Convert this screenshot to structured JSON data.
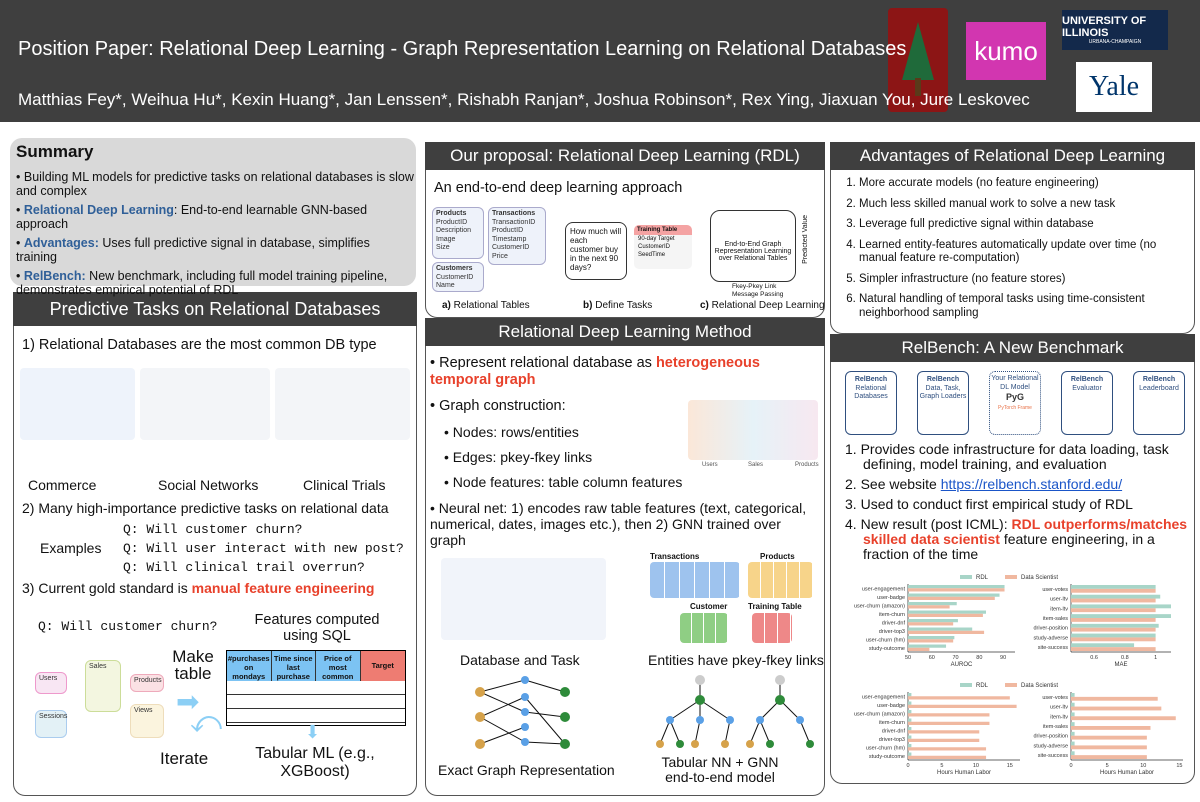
{
  "header": {
    "title": "Position Paper: Relational Deep Learning - Graph Representation Learning on Relational Databases",
    "authors": "Matthias Fey*, Weihua Hu*, Kexin Huang*, Jan Lenssen*, Rishabh Ranjan*, Joshua Robinson*, Rex Ying, Jiaxuan You, Jure Leskovec",
    "logos": {
      "kumo": "kumo",
      "illinois": "UNIVERSITY OF ILLINOIS",
      "illinois_sub": "URBANA-CHAMPAIGN",
      "yale": "Yale"
    }
  },
  "summary": {
    "title": "Summary",
    "items": [
      {
        "lead": "",
        "text": "Building ML models for predictive tasks on relational databases is slow and complex"
      },
      {
        "lead": "Relational Deep Learning",
        "text": ": End-to-end learnable GNN-based approach"
      },
      {
        "lead": "Advantages:",
        "text": " Uses full predictive signal in database, simplifies training"
      },
      {
        "lead": "RelBench:",
        "text": " New benchmark, including full model training pipeline, demonstrates empirical potential of RDL"
      }
    ]
  },
  "predictive": {
    "title": "Predictive Tasks on Relational Databases",
    "p1": "1) Relational Databases are the most common DB type",
    "db_labels": [
      "Commerce",
      "Social Networks",
      "Clinical Trials"
    ],
    "p2": "2) Many high-importance predictive tasks on relational data",
    "examples_label": "Examples",
    "examples": [
      "Q: Will customer churn?",
      "Q: Will user interact with new post?",
      "Q: Will clinical trail overrun?"
    ],
    "p3_prefix": "3) Current gold standard is ",
    "p3_highlight": "manual feature engineering",
    "question": "Q: Will customer churn?",
    "features_title": "Features computed using SQL",
    "columns": [
      "#purchases on mondays",
      "Time since last purchase",
      "Price of most common purchase",
      "Target"
    ],
    "make_table": "Make table",
    "iterate": "Iterate",
    "tabular_ml": "Tabular ML (e.g., XGBoost)",
    "schema_tables": [
      "Users",
      "Sales",
      "Products",
      "Sessions",
      "Views"
    ]
  },
  "proposal": {
    "title": "Our proposal: Relational Deep Learning (RDL)",
    "subtitle": "An end-to-end deep learning approach",
    "tables": {
      "products": "Products",
      "transactions": "Transactions",
      "customers": "Customers",
      "products_fields": [
        "ProductID",
        "Description",
        "Image",
        "Size"
      ],
      "transactions_fields": [
        "TransactionID",
        "ProductID",
        "Timestamp",
        "CustomerID",
        "Price"
      ],
      "customers_fields": [
        "CustomerID",
        "Name"
      ]
    },
    "question": "How much will each customer buy in the next 90 days?",
    "training_table": "Training Table",
    "training_fields": [
      "90-day Target",
      "CustomerID",
      "SeedTime"
    ],
    "e2e": "End-to-End Graph Representation Learning over Relational Tables",
    "legend": [
      "Fkey-Pkey Link",
      "Message Passing"
    ],
    "predicted": "Predicted Value",
    "captions": [
      {
        "b": "a)",
        "t": " Relational Tables"
      },
      {
        "b": "b)",
        "t": " Define Tasks"
      },
      {
        "b": "c)",
        "t": " Relational Deep Learning"
      }
    ]
  },
  "method": {
    "title": "Relational Deep Learning Method",
    "b1_prefix": "Represent relational database as ",
    "b1_highlight": "heterogeneous temporal graph",
    "b2": "Graph construction:",
    "sub": [
      "Nodes: rows/entities",
      "Edges: pkey-fkey links",
      "Node features: table column features"
    ],
    "graph_labels": [
      "Users",
      "Sales",
      "Products"
    ],
    "b3": "Neural net: 1) encodes raw table features (text, categorical, numerical, dates, images etc.), then 2) GNN trained over graph",
    "fig_tables": [
      "Transactions",
      "Products",
      "Customer",
      "Training Table"
    ],
    "captions": [
      "Database and Task",
      "Entities have pkey-fkey links",
      "Exact Graph Representation",
      "Tabular NN + GNN end-to-end model"
    ]
  },
  "advantages": {
    "title": "Advantages of Relational Deep Learning",
    "items": [
      "More accurate models (no feature engineering)",
      "Much less skilled manual work to solve a new task",
      "Leverage full predictive signal within database",
      "Learned entity-features automatically update over time (no manual feature re-computation)",
      "Simpler infrastructure (no feature stores)",
      "Natural handling of temporal tasks using time-consistent neighborhood sampling"
    ]
  },
  "relbench": {
    "title": "RelBench: A New Benchmark",
    "pipeline": [
      {
        "b": "RelBench",
        "t": "Relational Databases"
      },
      {
        "b": "RelBench",
        "t": "Data, Task, Graph Loaders"
      },
      {
        "b": "",
        "t": "Your Relational DL Model"
      },
      {
        "b": "RelBench",
        "t": "Evaluator"
      },
      {
        "b": "RelBench",
        "t": "Leaderboard"
      }
    ],
    "pyg": "PyG",
    "frame": "PyTorch Frame",
    "items": [
      {
        "n": "1.",
        "t": "Provides code infrastructure for data loading, task defining, model training, and evaluation"
      },
      {
        "n": "2.",
        "t": "See website ",
        "link": "https://relbench.stanford.edu/"
      },
      {
        "n": "3.",
        "t": "Used to conduct first empirical study of RDL"
      },
      {
        "n": "4.",
        "t": "New result (post ICML): ",
        "h": "RDL outperforms/matches skilled data scientist",
        "t2": " feature engineering, in a fraction of the time"
      }
    ]
  },
  "colors": {
    "header": "#3f3f3f",
    "red": "#e8412b",
    "blue": "#2f5f98",
    "rdl": "#a8d5c8",
    "ds": "#f0b8a0",
    "arrow": "#8ccff5"
  },
  "chart_data": [
    {
      "type": "bar",
      "orientation": "horizontal",
      "legend": [
        "RDL",
        "Data Scientist"
      ],
      "legend_placement": "top",
      "xlabel": "AUROC",
      "xlim": [
        50,
        95
      ],
      "xticks": [
        50,
        60,
        70,
        80,
        90
      ],
      "categories": [
        "user-engagement",
        "user-badge",
        "user-churn (amazon)",
        "item-churn",
        "driver-dnf",
        "driver-top3",
        "user-churn (hm)",
        "study-outcome"
      ],
      "series": [
        {
          "name": "RDL",
          "values": [
            90.6,
            88.5,
            70.5,
            82.8,
            71,
            77,
            69.5,
            66
          ]
        },
        {
          "name": "Data Scientist",
          "values": [
            90.6,
            86.5,
            67.5,
            81.5,
            69,
            82,
            69,
            59
          ]
        }
      ]
    },
    {
      "type": "bar",
      "orientation": "horizontal",
      "xlabel": "MAE",
      "xlim": [
        0.45,
        1.1
      ],
      "xticks": [
        0.6,
        0.8,
        1.0
      ],
      "categories": [
        "user-votes",
        "user-ltv",
        "item-ltv",
        "item-sales",
        "driver-position",
        "study-adverse",
        "site-success"
      ],
      "series": [
        {
          "name": "RDL",
          "values": [
            1.0,
            1.03,
            1.1,
            1.1,
            1.02,
            1.0,
            0.86
          ]
        },
        {
          "name": "Data Scientist",
          "values": [
            1.0,
            1.0,
            1.0,
            1.0,
            1.0,
            1.0,
            1.0
          ]
        }
      ]
    },
    {
      "type": "bar",
      "orientation": "horizontal",
      "legend": [
        "RDL",
        "Data Scientist"
      ],
      "legend_placement": "top",
      "xlabel": "Hours Human Labor",
      "xlim": [
        0,
        16.5
      ],
      "xticks": [
        0,
        5,
        10,
        15
      ],
      "categories": [
        "user-engagement",
        "user-badge",
        "user-churn (amazon)",
        "item-churn",
        "driver-dnf",
        "driver-top3",
        "user-churn (hm)",
        "study-outcome"
      ],
      "series": [
        {
          "name": "RDL",
          "values": [
            0.5,
            0.5,
            0.5,
            0.5,
            0.5,
            0.5,
            0.5,
            0.5
          ]
        },
        {
          "name": "Data Scientist",
          "values": [
            15,
            16,
            12,
            12,
            10.5,
            10.5,
            11.5,
            11.5
          ]
        }
      ]
    },
    {
      "type": "bar",
      "orientation": "horizontal",
      "xlabel": "Hours Human Labor",
      "xlim": [
        0,
        15.5
      ],
      "xticks": [
        0,
        5,
        10,
        15
      ],
      "categories": [
        "user-votes",
        "user-ltv",
        "item-ltv",
        "item-sales",
        "driver-position",
        "study-adverse",
        "site-success"
      ],
      "series": [
        {
          "name": "RDL",
          "values": [
            0.5,
            0.5,
            0.5,
            0.5,
            0.5,
            0.5,
            0.5
          ]
        },
        {
          "name": "Data Scientist",
          "values": [
            12,
            12.5,
            14.5,
            11,
            10.5,
            10.5,
            10.5
          ]
        }
      ]
    }
  ]
}
